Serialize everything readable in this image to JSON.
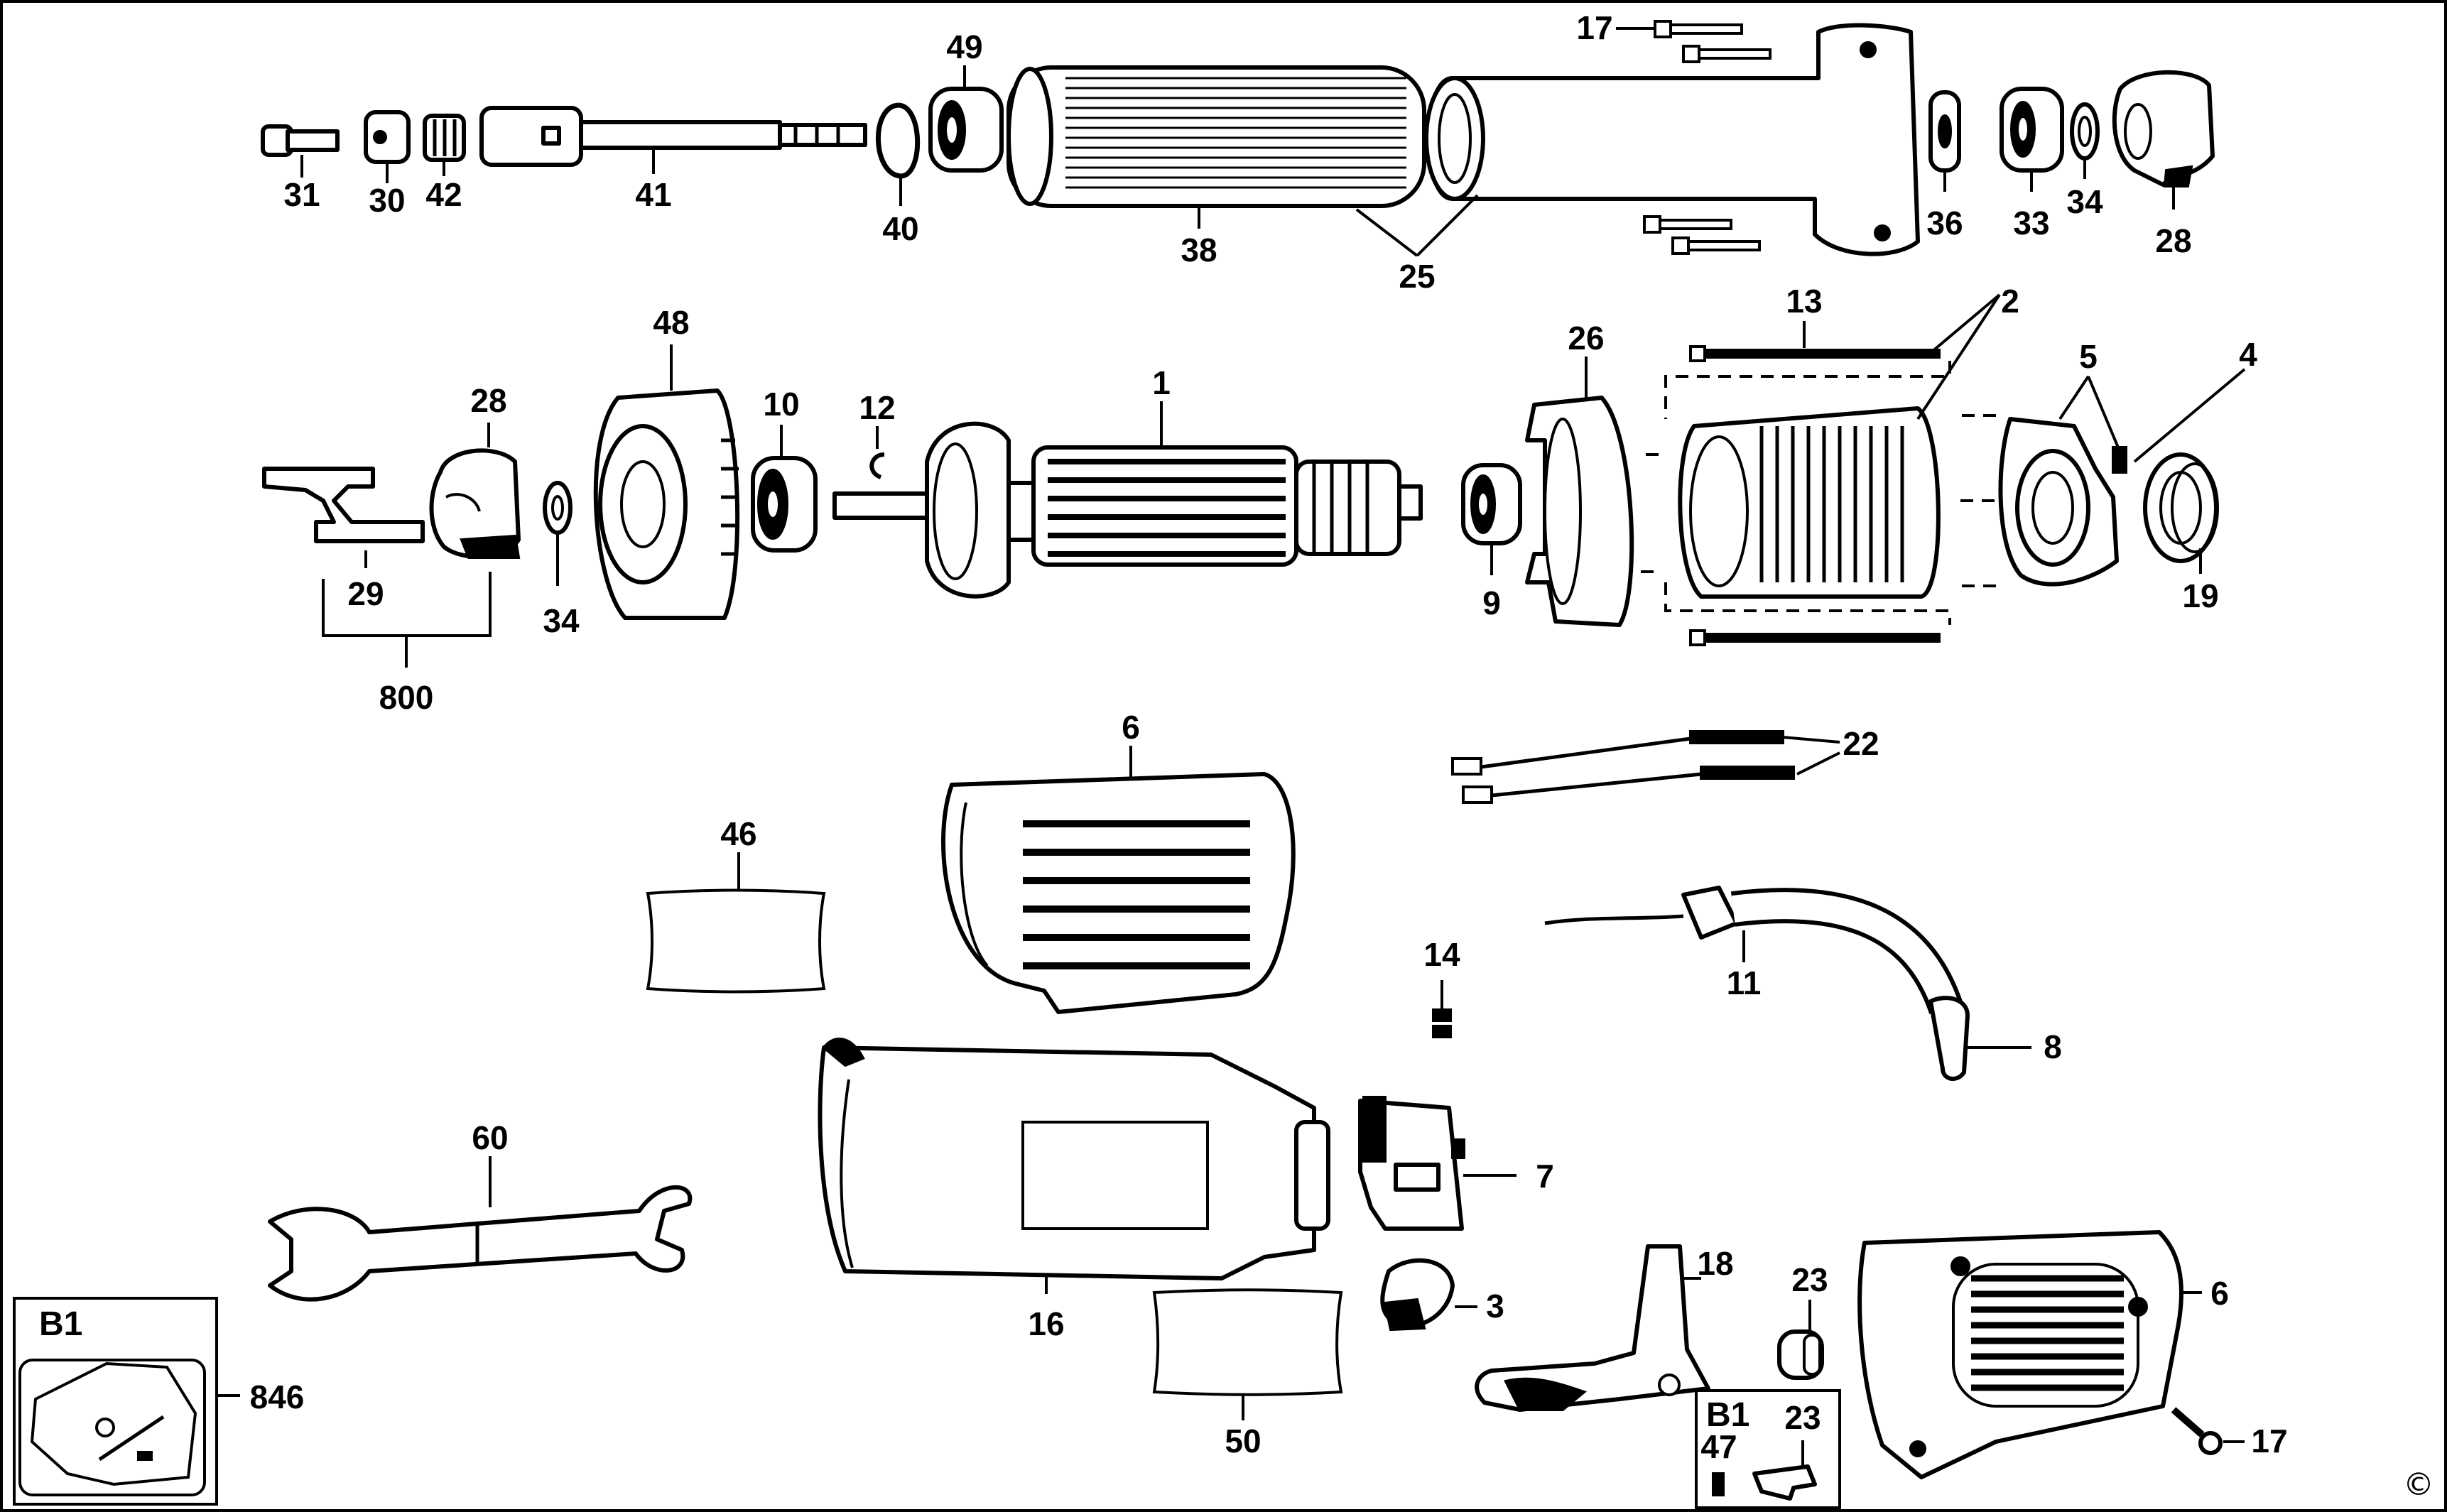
{
  "callouts": {
    "c1": "1",
    "c2": "2",
    "c3": "3",
    "c4": "4",
    "c5": "5",
    "c6a": "6",
    "c6b": "6",
    "c7": "7",
    "c8": "8",
    "c9": "9",
    "c10": "10",
    "c11": "11",
    "c12": "12",
    "c13": "13",
    "c14": "14",
    "c16": "16",
    "c17a": "17",
    "c17b": "17",
    "c18": "18",
    "c19": "19",
    "c22": "22",
    "c23a": "23",
    "c23b": "23",
    "c25": "25",
    "c26": "26",
    "c28a": "28",
    "c28b": "28",
    "c29": "29",
    "c30": "30",
    "c31": "31",
    "c33": "33",
    "c34a": "34",
    "c34b": "34",
    "c36": "36",
    "c38": "38",
    "c40": "40",
    "c41": "41",
    "c42": "42",
    "c46": "46",
    "c47": "47",
    "c48": "48",
    "c49": "49",
    "c50": "50",
    "c60": "60",
    "c800": "800",
    "c846": "846"
  },
  "insets": {
    "b1_kit_label": "B1",
    "b1_small_label": "B1"
  },
  "copyright": "©",
  "colors": {
    "ink": "#000000",
    "paper": "#ffffff"
  }
}
